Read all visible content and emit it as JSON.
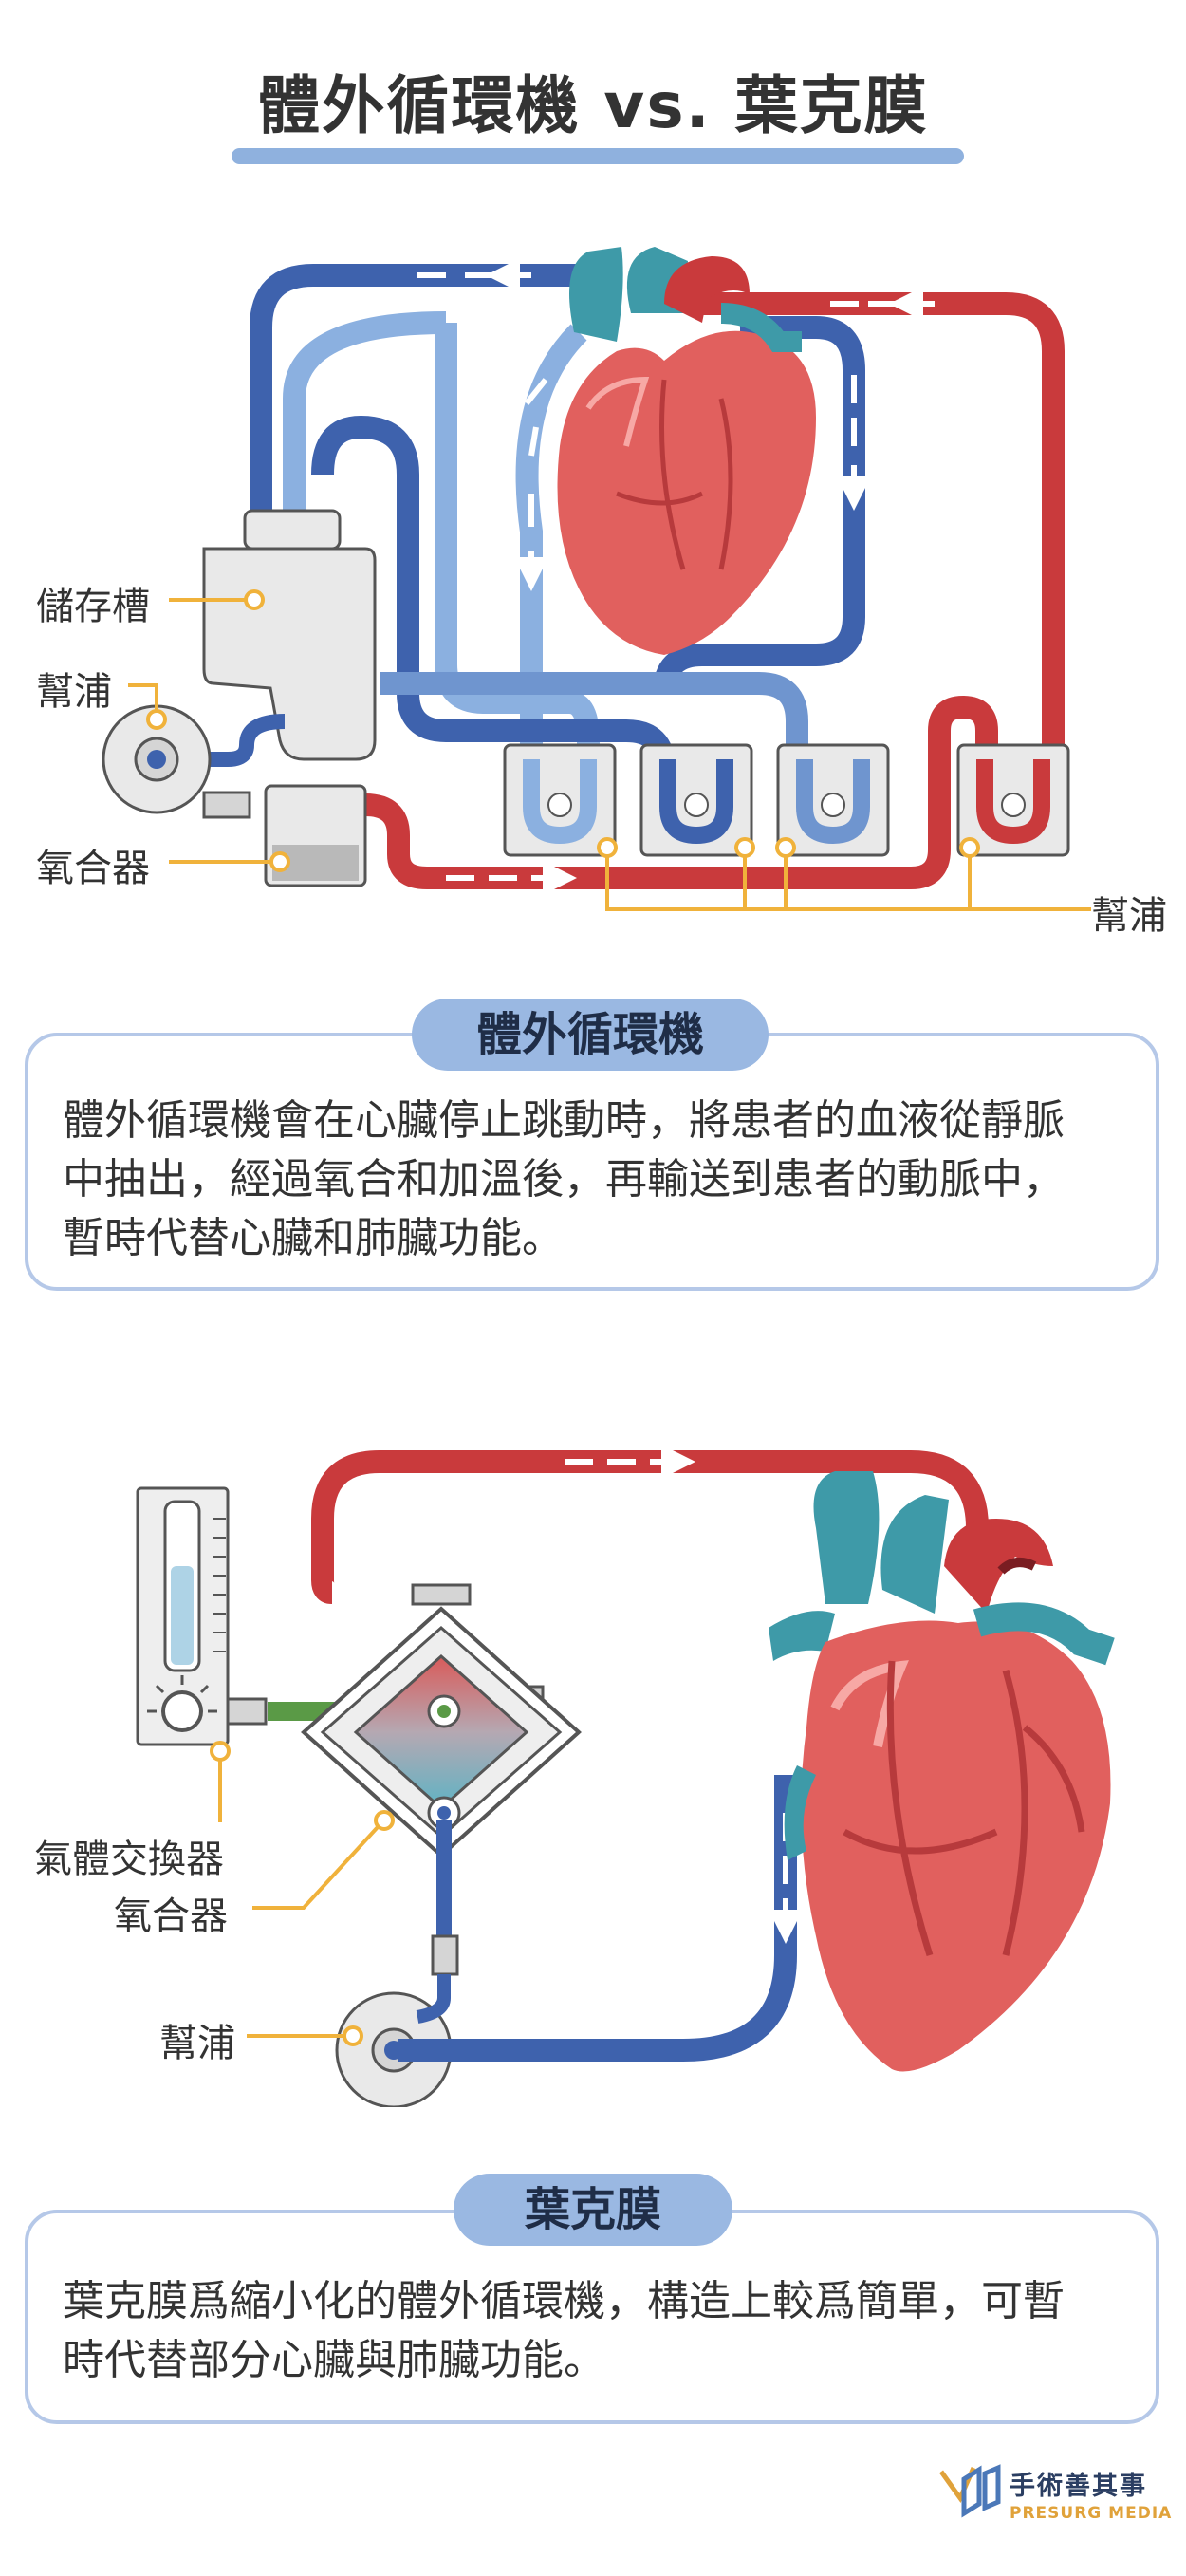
{
  "title": "體外循環機 vs. 葉克膜",
  "ecmo_cpb_diagram": {
    "labels": {
      "reservoir": "儲存槽",
      "pump_left": "幫浦",
      "oxygenator": "氧合器",
      "pump_right": "幫浦"
    }
  },
  "cpb_box": {
    "title": "體外循環機",
    "lines": [
      "體外循環機會在心臟停止跳動時，將患者的血液從靜脈",
      "中抽出，經過氧合和加溫後，再輸送到患者的動脈中，",
      "暫時代替心臟和肺臟功能。"
    ]
  },
  "ecmo_diagram": {
    "labels": {
      "gas_exchanger": "氣體交換器",
      "oxygenator": "氧合器",
      "pump": "幫浦"
    }
  },
  "ecmo_box": {
    "title": "葉克膜",
    "lines": [
      "葉克膜爲縮小化的體外循環機，構造上較爲簡單，可暫",
      "時代替部分心臟與肺臟功能。"
    ]
  },
  "logo": {
    "name": "手術善其事",
    "subtitle": "PRESURG MEDIA"
  },
  "colors": {
    "arterial": "#c93a3c",
    "venous": "#3e62ad",
    "venous_light": "#8bb0e0",
    "heart": "#e1605e",
    "aorta": "#3e9aa8",
    "callout": "#f0b23b",
    "accent": "#8fb1de"
  }
}
